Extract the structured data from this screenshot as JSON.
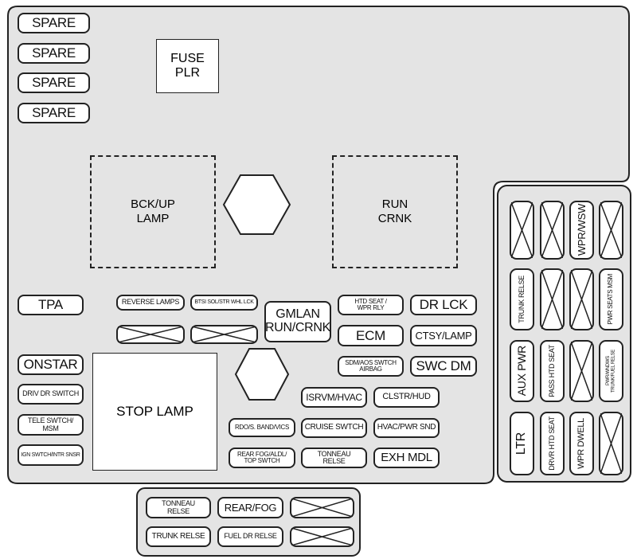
{
  "spares": [
    "SPARE",
    "SPARE",
    "SPARE",
    "SPARE"
  ],
  "fuse_plr": "FUSE\nPLR",
  "relays": {
    "bckup": "BCK/UP\nLAMP",
    "run_crnk": "RUN\nCRNK",
    "stop_lamp": "STOP LAMP"
  },
  "left": {
    "tpa": "TPA",
    "onstar": "ONSTAR",
    "driv_dr": "DRIV DR SWITCH",
    "tele": "TELE SWTCH/\nMSM",
    "ign": "IGN SWTCH/INTR SNSR"
  },
  "center": {
    "reverse": "REVERSE LAMPS",
    "btsi": "BTSI SOL/STR WHL LCK",
    "gmlan": "GMLAN\nRUN/CRNK",
    "htd_seat": "HTD SEAT /\nWPR RLY",
    "dr_lck": "DR LCK",
    "ecm": "ECM",
    "ctsy": "CTSY/LAMP",
    "sdm": "SDM/AOS SWTCH\nAIRBAG",
    "swc": "SWC DM",
    "isrvm": "ISRVM/HVAC",
    "clstr": "CLSTR/HUD",
    "rdo": "RDO/S. BAND/VICS",
    "cruise": "CRUISE SWTCH",
    "hvac": "HVAC/PWR SND",
    "rear_fog": "REAR FOG/ALDL/\nTOP SWTCH",
    "tonneau": "TONNEAU\nRELSE",
    "exh": "EXH MDL"
  },
  "right": {
    "wpr_wsw": "WPR/WSW",
    "trunk_relse": "TRUNK RELSE",
    "pwr_seats": "PWR SEATS MSM",
    "aux_pwr": "AUX PWR",
    "pass_htd": "PASS HTD SEAT",
    "pwr_wndws": "PWR/WNDWS\nTRUNK/FUEL RELSE",
    "ltr": "LTR",
    "drvr_htd": "DRVR HTD SEAT",
    "wpr_dwell": "WPR DWELL"
  },
  "bottom": {
    "tonneau": "TONNEAU\nRELSE",
    "rear_fog": "REAR/FOG",
    "trunk": "TRUNK RELSE",
    "fuel_dr": "FUEL DR RELSE"
  }
}
